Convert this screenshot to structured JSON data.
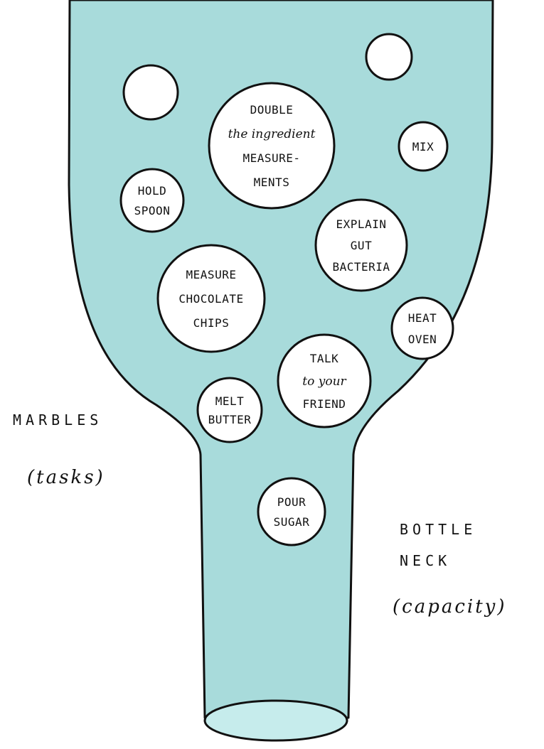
{
  "colors": {
    "bottle_fill": "#a8dbdb",
    "bottle_mouth": "#c6ecec",
    "outline": "#111111",
    "marble_fill": "#ffffff"
  },
  "marbles": [
    {
      "id": "double-measurements",
      "lines": [
        "DOUBLE",
        "the ingredient",
        "MEASURE-",
        "MENTS"
      ]
    },
    {
      "id": "mix",
      "lines": [
        "MIX"
      ]
    },
    {
      "id": "hold-spoon",
      "lines": [
        "HOLD",
        "SPOON"
      ]
    },
    {
      "id": "explain-gut-bacteria",
      "lines": [
        "EXPLAIN",
        "GUT",
        "BACTERIA"
      ]
    },
    {
      "id": "measure-chocolate-chips",
      "lines": [
        "MEASURE",
        "CHOCOLATE",
        "CHIPS"
      ]
    },
    {
      "id": "heat-oven",
      "lines": [
        "HEAT",
        "OVEN"
      ]
    },
    {
      "id": "talk-to-friend",
      "lines": [
        "TALK",
        "to your",
        "FRIEND"
      ]
    },
    {
      "id": "melt-butter",
      "lines": [
        "MELT",
        "BUTTER"
      ]
    },
    {
      "id": "pour-sugar",
      "lines": [
        "POUR",
        "SUGAR"
      ]
    },
    {
      "id": "empty-1",
      "lines": []
    },
    {
      "id": "empty-2",
      "lines": []
    }
  ],
  "labels": {
    "marbles_title": "MARBLES",
    "marbles_subtitle": "(tasks)",
    "bottleneck_title_1": "BOTTLE",
    "bottleneck_title_2": "NECK",
    "bottleneck_subtitle": "(capacity)"
  }
}
